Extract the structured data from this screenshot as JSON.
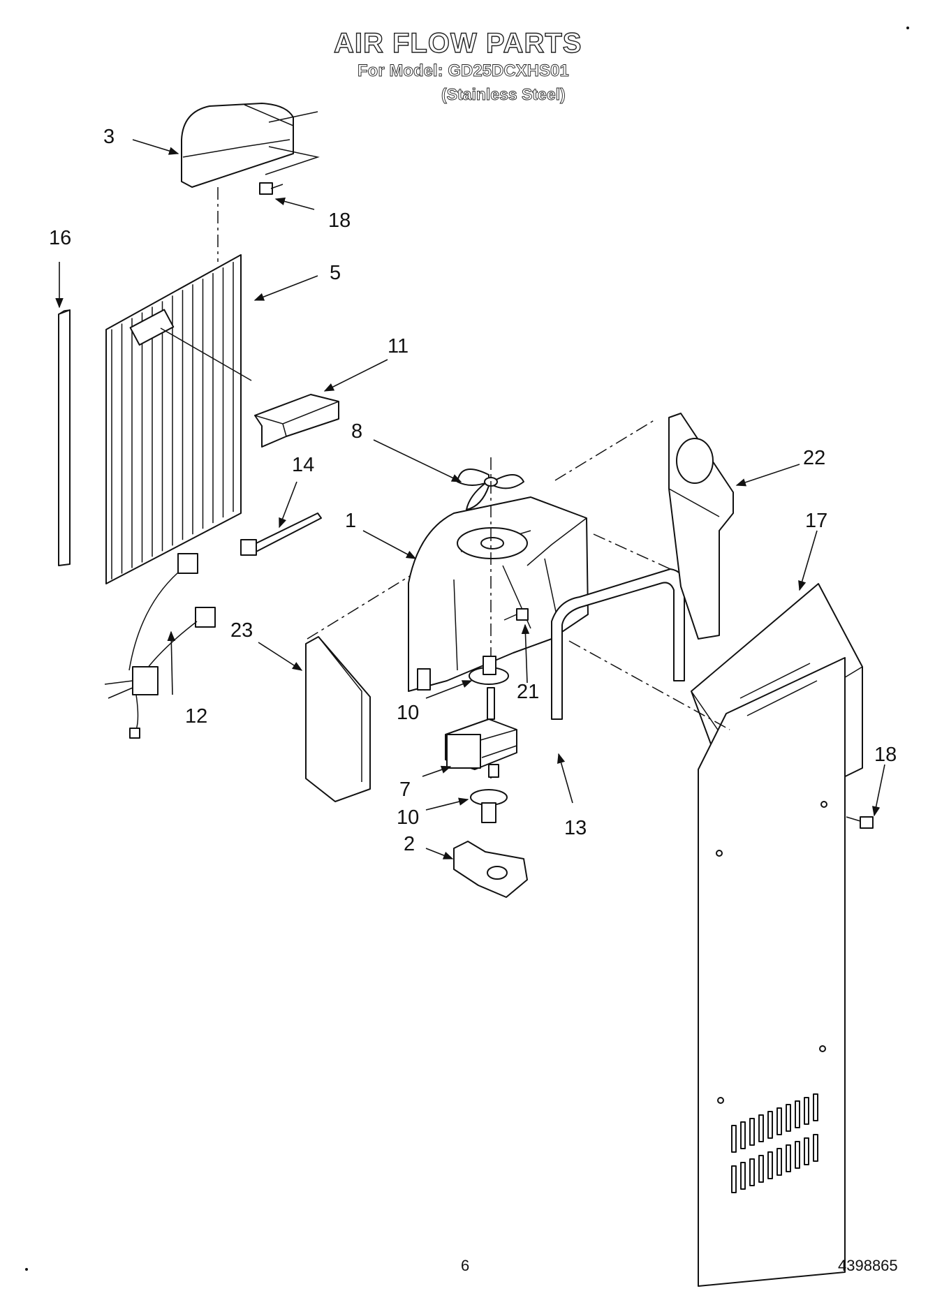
{
  "header": {
    "title": "AIR FLOW PARTS",
    "model_line": "For Model: GD25DCXHS01",
    "finish_line": "(Stainless Steel)"
  },
  "footer": {
    "page_number": "6",
    "document_number": "4398865"
  },
  "callouts": {
    "c1": "1",
    "c2": "2",
    "c3": "3",
    "c5": "5",
    "c7": "7",
    "c8": "8",
    "c10a": "10",
    "c10b": "10",
    "c11": "11",
    "c12": "12",
    "c13": "13",
    "c14": "14",
    "c16": "16",
    "c17": "17",
    "c18a": "18",
    "c18b": "18",
    "c21": "21",
    "c22": "22",
    "c23": "23"
  },
  "colors": {
    "ink": "#111111",
    "paper": "#ffffff"
  }
}
